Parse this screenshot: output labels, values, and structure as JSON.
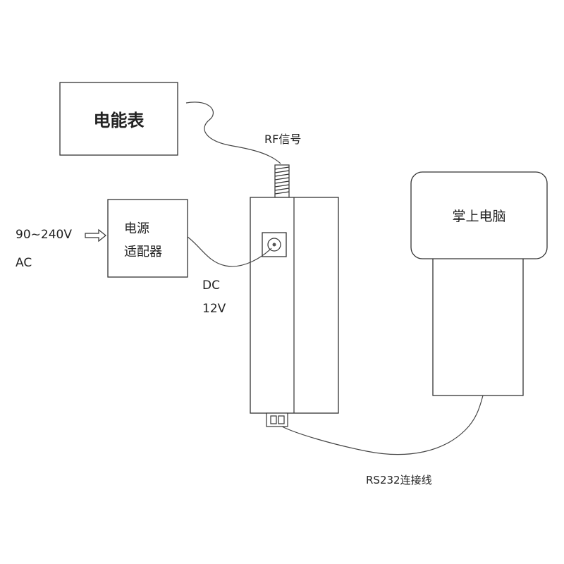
{
  "meter": {
    "label": "电能表"
  },
  "rf": {
    "label": "RF信号"
  },
  "adapter": {
    "line1": "电源",
    "line2": "适配器"
  },
  "input_power": {
    "line1": "90~240V",
    "line2": "AC"
  },
  "dc_output": {
    "line1": "DC",
    "line2": "12V"
  },
  "handheld": {
    "label": "掌上电脑"
  },
  "cable": {
    "label": "RS232连接线"
  },
  "colors": {
    "stroke": "#333333",
    "text": "#222222",
    "background": "#ffffff"
  }
}
